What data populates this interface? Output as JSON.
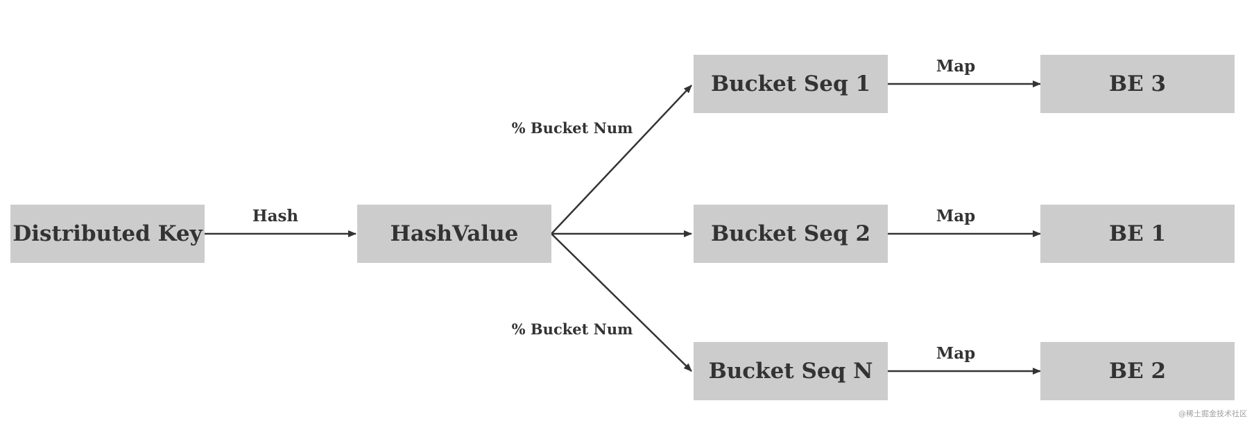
{
  "nodes": {
    "distributed_key": "Distributed Key",
    "hash_value": "HashValue",
    "bucket_seq_1": "Bucket Seq 1",
    "bucket_seq_2": "Bucket Seq 2",
    "bucket_seq_n": "Bucket Seq N",
    "be_3": "BE 3",
    "be_1": "BE 1",
    "be_2": "BE 2"
  },
  "edges": {
    "hash": "Hash",
    "bucket_num_top": "% Bucket Num",
    "bucket_num_bottom": "% Bucket Num",
    "map_1": "Map",
    "map_2": "Map",
    "map_n": "Map"
  },
  "watermark": "@稀土掘金技术社区",
  "colors": {
    "node_fill": "#cccccc",
    "text": "#333333",
    "arrow": "#333333"
  }
}
